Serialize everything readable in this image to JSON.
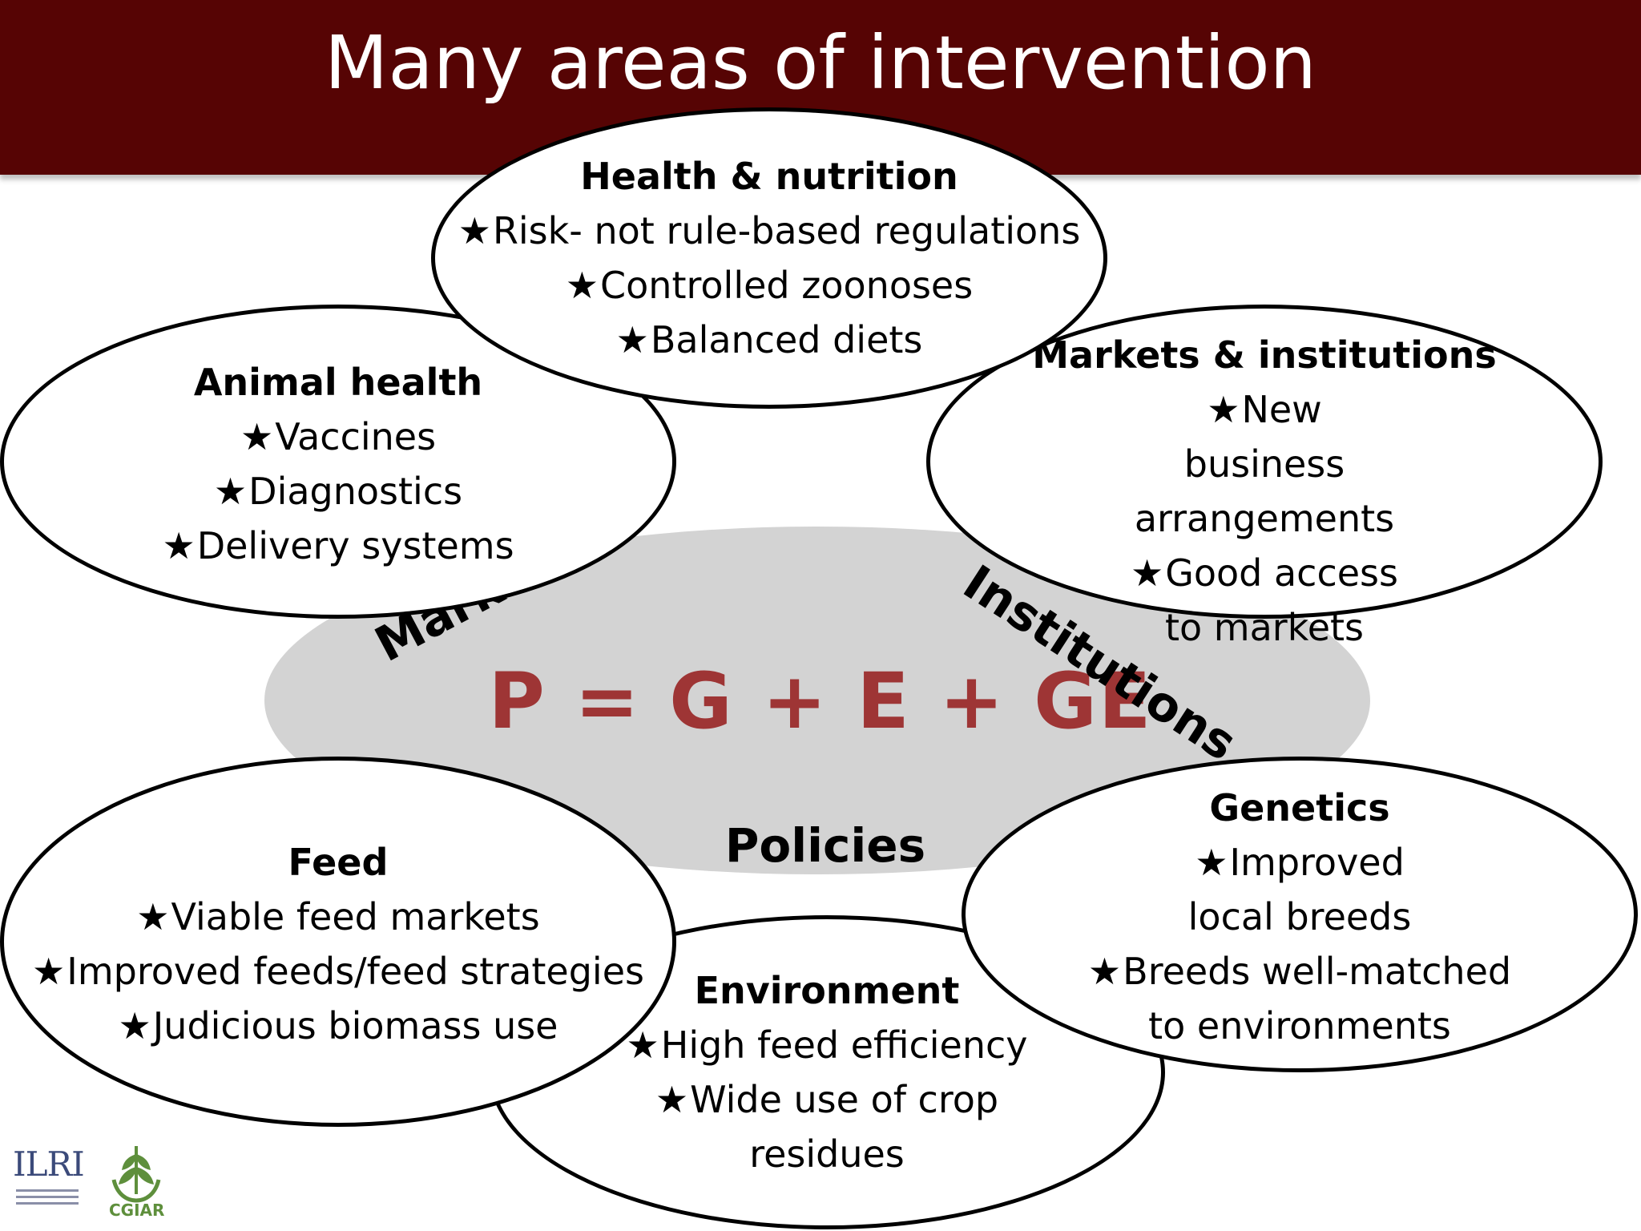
{
  "title": "Many areas of intervention",
  "equation": "P = G + E + GE",
  "center_labels": {
    "markets": "Markets",
    "institutions": "Institutions",
    "policies": "Policies"
  },
  "star": "★",
  "areas": {
    "health_nutrition": {
      "heading": "Health & nutrition",
      "items": [
        "Risk- not rule-based regulations",
        "Controlled zoonoses",
        "Balanced diets"
      ]
    },
    "animal_health": {
      "heading": "Animal health",
      "items": [
        "Vaccines",
        "Diagnostics",
        "Delivery systems"
      ]
    },
    "markets_institutions": {
      "heading": "Markets & institutions",
      "items": [
        "New business arrangements",
        "Good access to markets"
      ]
    },
    "feed": {
      "heading": "Feed",
      "items": [
        "Viable feed markets",
        "Improved feeds/feed strategies",
        "Judicious biomass use"
      ]
    },
    "environment": {
      "heading": "Environment",
      "items": [
        "High feed efficiency",
        "Wide use of crop residues"
      ]
    },
    "genetics": {
      "heading": "Genetics",
      "items": [
        "Improved local breeds",
        "Breeds well-matched to environments"
      ]
    }
  },
  "logos": {
    "ilri": "ILRI",
    "cgiar": "CGIAR"
  },
  "colors": {
    "header": "#560404",
    "equation": "#9e3535",
    "center_oval": "#d3d3d3"
  }
}
